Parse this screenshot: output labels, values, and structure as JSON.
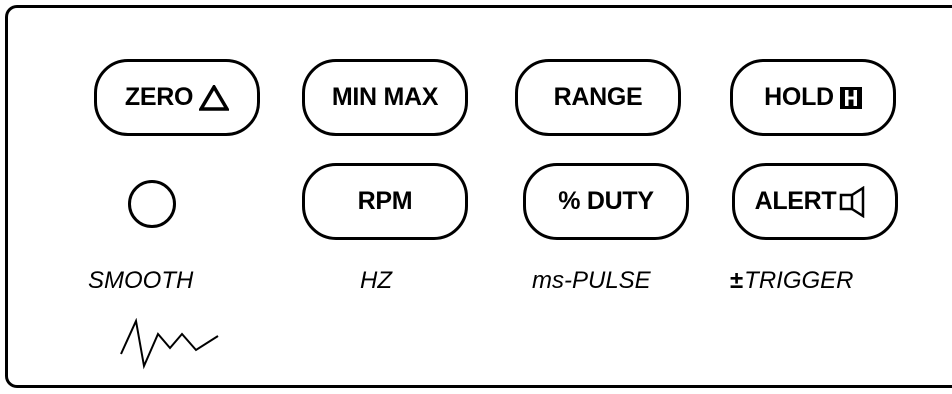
{
  "buttons": {
    "zero": "ZERO",
    "min_max": "MIN MAX",
    "range": "RANGE",
    "hold": "HOLD",
    "rpm": "RPM",
    "duty": "% DUTY",
    "alert": "ALERT"
  },
  "labels": {
    "smooth": "SMOOTH",
    "hz": "HZ",
    "pulse": "ms-PULSE",
    "trigger_sign": "±",
    "trigger": "TRIGGER"
  },
  "icons": {
    "zero": "delta-icon",
    "hold": "hold-h-icon",
    "alert": "speaker-icon",
    "smooth": "waveform-icon"
  },
  "colors": {
    "ink": "#000000",
    "background": "#ffffff"
  }
}
